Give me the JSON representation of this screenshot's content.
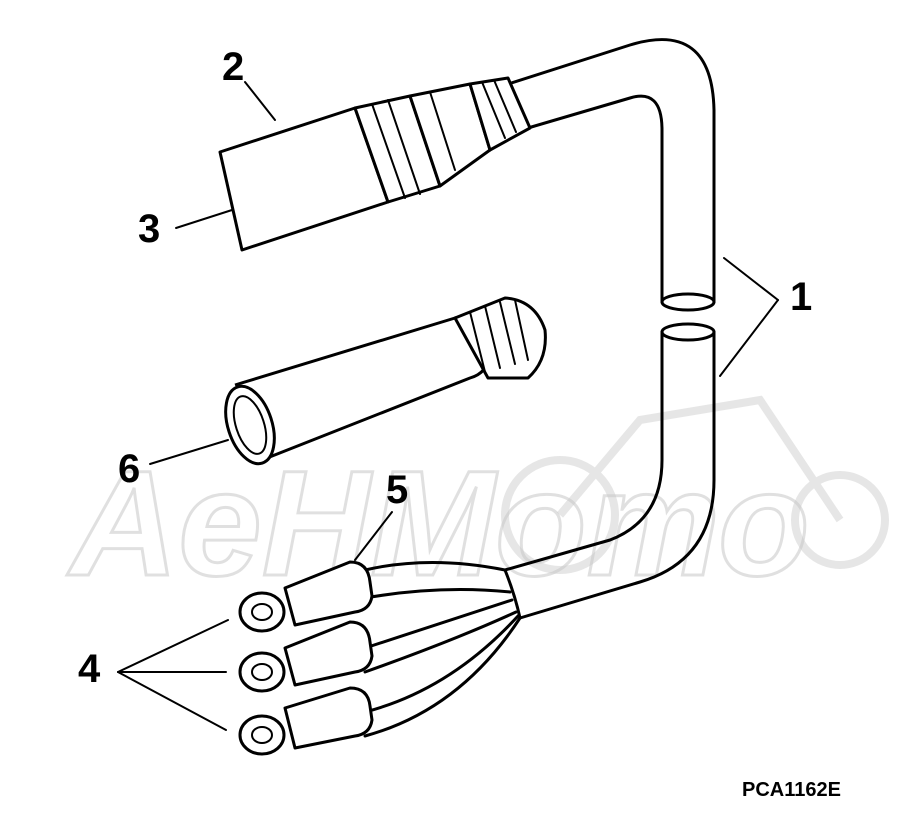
{
  "figure_code": "PCA1162E",
  "callouts": {
    "c1": "1",
    "c2": "2",
    "c3": "3",
    "c4": "4",
    "c5": "5",
    "c6": "6"
  },
  "watermark": {
    "text": "AeHMoто"
  },
  "colors": {
    "ink": "#000000",
    "background": "#ffffff",
    "watermark": "#c8c8c8"
  }
}
